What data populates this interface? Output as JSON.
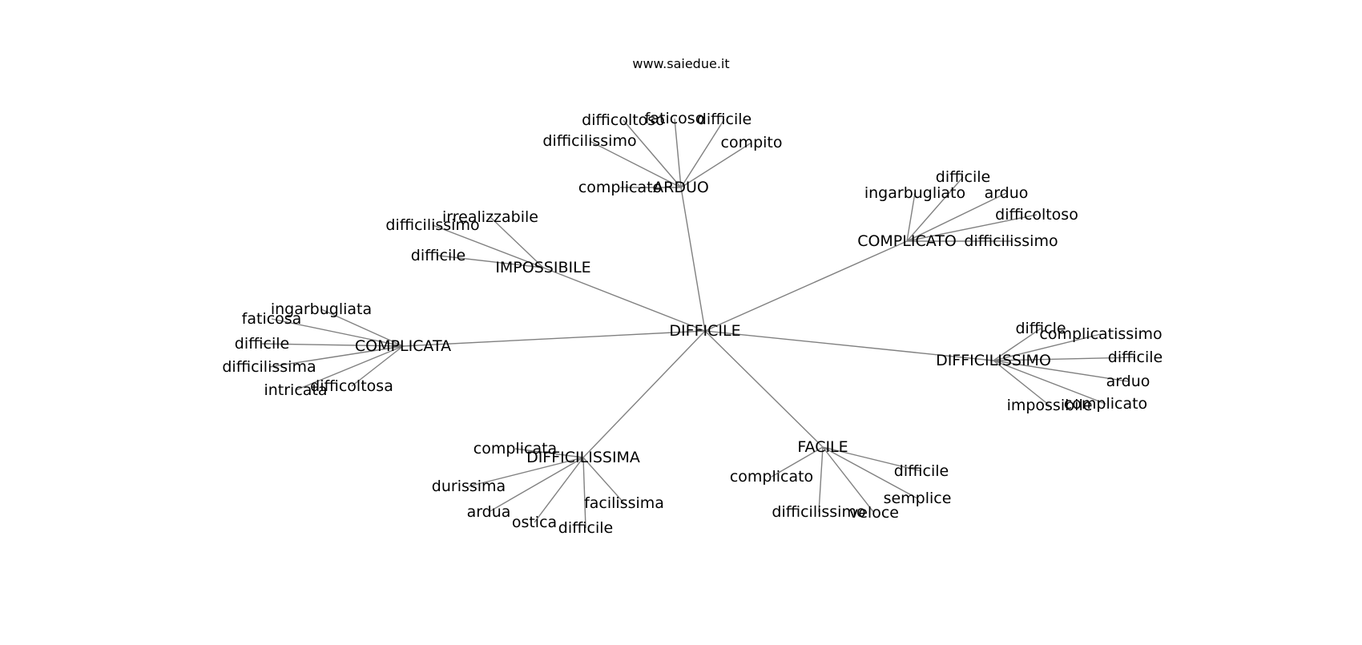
{
  "header": {
    "site": "www.saiedue.it"
  },
  "graph": {
    "root": "DIFFICILE",
    "edge_color": "#808080",
    "hubs": [
      {
        "label": "ARDUO",
        "leaves": [
          "difficoltoso",
          "faticoso",
          "difficile",
          "difficilissimo",
          "compito",
          "complicato"
        ]
      },
      {
        "label": "COMPLICATO",
        "leaves": [
          "difficile",
          "ingarbugliato",
          "arduo",
          "difficoltoso",
          "difficilissimo"
        ]
      },
      {
        "label": "IMPOSSIBILE",
        "leaves": [
          "irrealizzabile",
          "difficilissimo",
          "difficile"
        ]
      },
      {
        "label": "COMPLICATA",
        "leaves": [
          "ingarbugliata",
          "faticosa",
          "difficile",
          "difficilissima",
          "difficoltosa",
          "intricata"
        ]
      },
      {
        "label": "DIFFICILISSIMO",
        "leaves": [
          "difficle",
          "complicatissimo",
          "difficile",
          "arduo",
          "complicato",
          "impossibile"
        ]
      },
      {
        "label": "DIFFICILISSIMA",
        "leaves": [
          "complicata",
          "durissima",
          "ardua",
          "ostica",
          "difficile",
          "facilissima"
        ]
      },
      {
        "label": "FACILE",
        "leaves": [
          "complicato",
          "difficile",
          "semplice",
          "difficilissimo",
          "veloce"
        ]
      }
    ]
  }
}
